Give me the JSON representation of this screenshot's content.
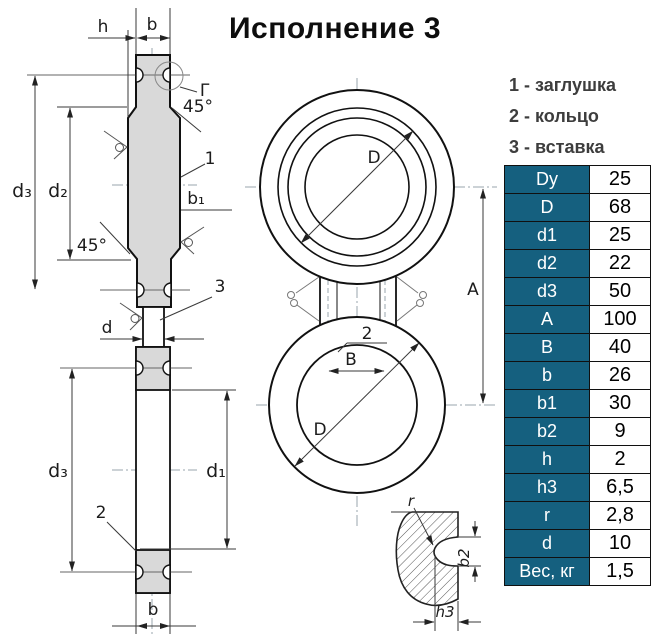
{
  "title": "Исполнение 3",
  "legend": {
    "items": [
      "1 - заглушка",
      "2 - кольцо",
      "3 - вставка"
    ]
  },
  "table": {
    "rows": [
      {
        "param": "Dy",
        "value": "25"
      },
      {
        "param": "D",
        "value": "68"
      },
      {
        "param": "d1",
        "value": "25"
      },
      {
        "param": "d2",
        "value": "22"
      },
      {
        "param": "d3",
        "value": "50"
      },
      {
        "param": "A",
        "value": "100"
      },
      {
        "param": "B",
        "value": "40"
      },
      {
        "param": "b",
        "value": "26"
      },
      {
        "param": "b1",
        "value": "30"
      },
      {
        "param": "b2",
        "value": "9"
      },
      {
        "param": "h",
        "value": "2"
      },
      {
        "param": "h3",
        "value": "6,5"
      },
      {
        "param": "r",
        "value": "2,8"
      },
      {
        "param": "d",
        "value": "10"
      },
      {
        "param": "Вес, кг",
        "value": "1,5"
      }
    ]
  },
  "drawing": {
    "labels": {
      "h": "h",
      "b_top": "b",
      "view_g": "Г",
      "chamfer_top": "45°",
      "part1": "1",
      "d3_top": "d₃",
      "d2": "d₂",
      "b1": "b₁",
      "chamfer_bottom": "45°",
      "part3": "3",
      "d": "d",
      "d3_bottom": "d₃",
      "d1": "d₁",
      "part2_side": "2",
      "b_bottom": "b",
      "D_top": "D",
      "A": "A",
      "part2_front": "2",
      "B": "B",
      "D_bottom": "D",
      "r": "r",
      "b2": "b2",
      "h3": "h3"
    }
  },
  "colors": {
    "table_header": "#15607f",
    "part_fill": "#d9d9d9",
    "outline": "#111111",
    "centerline": "#9aa4ad"
  }
}
